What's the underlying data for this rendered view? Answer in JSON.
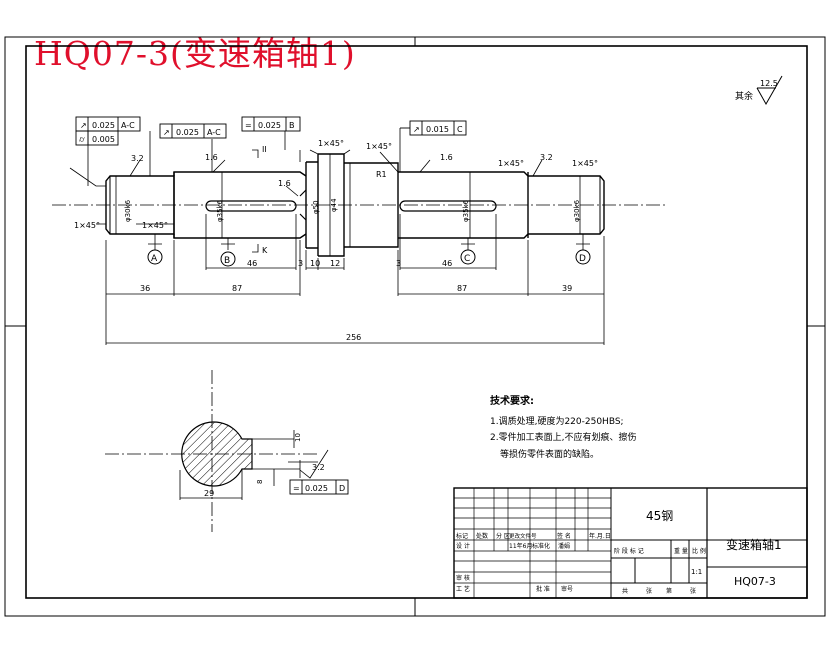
{
  "title": "HQ07-3(变速箱轴1)",
  "surface_roughness_rest": {
    "label": "其余",
    "value": "12.5"
  },
  "tolerance_frames": [
    {
      "symbol": "↗",
      "value": "0.025",
      "datum": "A-C"
    },
    {
      "symbol": "⌭",
      "value": "0.005",
      "datum": ""
    },
    {
      "symbol": "↗",
      "value": "0.025",
      "datum": "A-C"
    },
    {
      "symbol": "=",
      "value": "0.025",
      "datum": "B"
    },
    {
      "symbol": "↗",
      "value": "0.015",
      "datum": "C"
    },
    {
      "symbol": "=",
      "value": "0.025",
      "datum": "D"
    }
  ],
  "roughness_marks": [
    "3.2",
    "1.6",
    "1.6",
    "3.2",
    "3.2"
  ],
  "chamfers": [
    "1×45°",
    "1×45°",
    "1×45°",
    "1×45°",
    "1×45°",
    "1×45°"
  ],
  "section_labels": {
    "II": "II",
    "K": "K",
    "R1": "R1",
    "R1_6": "1.6"
  },
  "datums": [
    "A",
    "B",
    "C",
    "D"
  ],
  "diameters": [
    "φ30k6",
    "φ35k6",
    "φ50",
    "φ44",
    "φ35k6",
    "φ30k6"
  ],
  "dimensions": {
    "d46a": "46",
    "d3a": "3",
    "d10": "10",
    "d12": "12",
    "d3b": "3",
    "d46b": "46",
    "d36": "36",
    "d87a": "87",
    "d87b": "87",
    "d39": "39",
    "d256": "256",
    "d29": "29",
    "d10b": "10",
    "d8": "8"
  },
  "tech_requirements": {
    "heading": "技术要求:",
    "item1": "1.调质处理,硬度为220-250HBS;",
    "item2": "2.零件加工表面上,不应有划痕、擦伤",
    "item3": "等损伤零件表面的缺陷。"
  },
  "title_block": {
    "material": "45钢",
    "part_name": "变速箱轴1",
    "drawing_no": "HQ07-3",
    "scale": "1:1",
    "row_marks": [
      "标记",
      "处数",
      "分 区",
      "更改文件号",
      "签 名",
      "年.月.日"
    ],
    "row_design": [
      "设 计",
      "",
      "11年6月",
      "标准化",
      "潘娟",
      ""
    ],
    "row_stage": [
      "阶 段 标 记",
      "重 量",
      "比 例"
    ],
    "row_review": "审 核",
    "row_process": "工 艺",
    "row_approve": [
      "批 准",
      "审号"
    ],
    "row_sheets": [
      "共",
      "张",
      "第",
      "张"
    ]
  }
}
